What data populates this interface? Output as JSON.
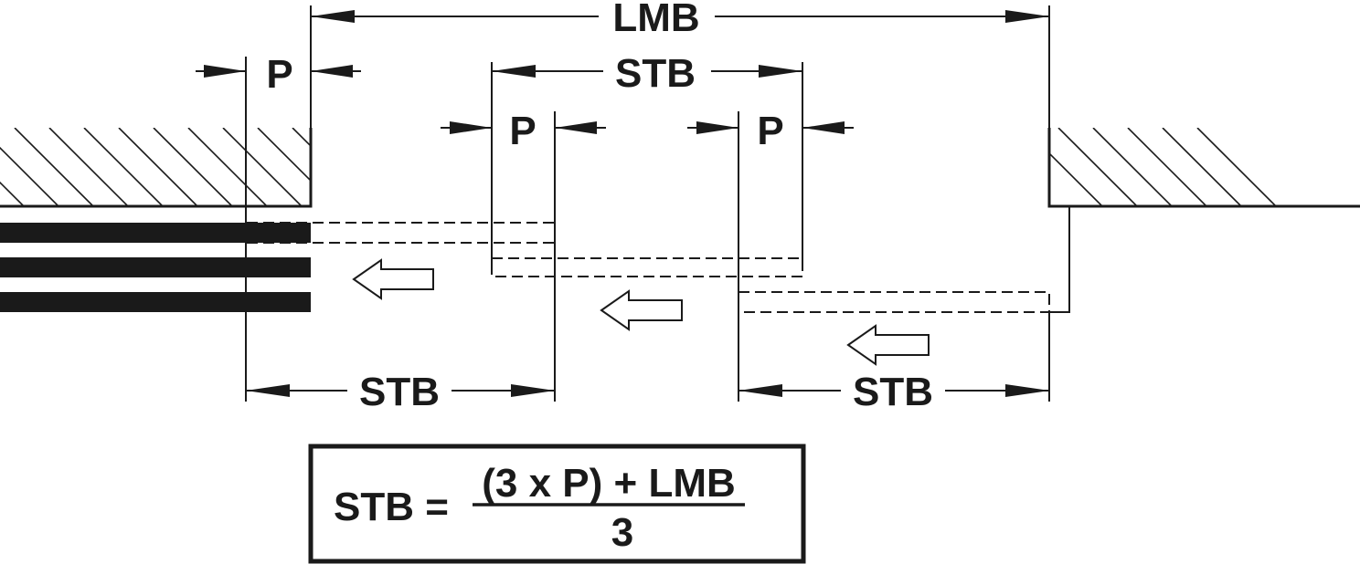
{
  "labels": {
    "lmb": "LMB",
    "stb_top": "STB",
    "p_left": "P",
    "p_mid1": "P",
    "p_mid2": "P",
    "stb_bottom_left": "STB",
    "stb_bottom_right": "STB"
  },
  "formula": {
    "lhs": "STB =",
    "numerator": "(3 x P) + LMB",
    "denominator": "3"
  },
  "colors": {
    "ink": "#1a1a1a",
    "background": "#ffffff"
  }
}
